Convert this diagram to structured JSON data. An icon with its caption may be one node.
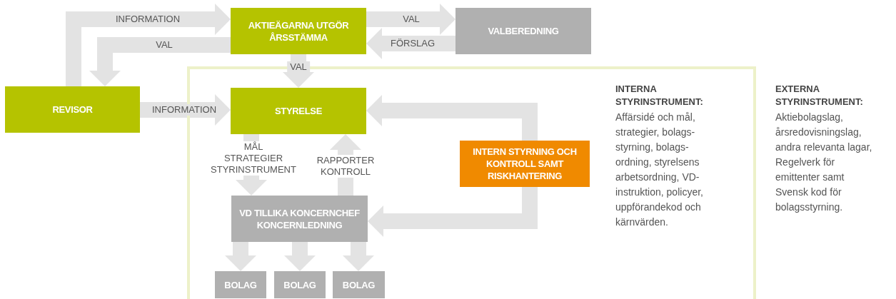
{
  "diagram": {
    "nodes": [
      {
        "text": [
          "AKTIEÄGARNA UTGÖR ÅRSSTÄMMA"
        ]
      },
      {
        "text": [
          "VALBEREDNING"
        ]
      },
      {
        "text": [
          "REVISOR"
        ]
      },
      {
        "text": [],
        "shape": "box"
      },
      {
        "text": [
          "STYRELSE"
        ],
        "in": 3
      },
      {
        "text": [
          "INTERN STYRNING OCH KONTROLL SAMT RISKHANTERING"
        ],
        "in": 3
      },
      {
        "text": [
          "VD TILLIKA KONCERNCHEF KONCERNLEDNING"
        ],
        "in": 3
      },
      {
        "text": [
          "BOLAG"
        ],
        "in": 3
      },
      {
        "text": [
          "BOLAG"
        ],
        "in": 3
      },
      {
        "text": [
          "BOLAG"
        ],
        "in": 3
      }
    ],
    "edges": [
      {
        "from": 2,
        "to": 0,
        "arrow": "to",
        "label": "INFORMATION"
      },
      {
        "from": 0,
        "to": 2,
        "arrow": "to",
        "label": "VAL"
      },
      {
        "from": 0,
        "to": 1,
        "arrow": "to",
        "label": "VAL"
      },
      {
        "from": 1,
        "to": 0,
        "arrow": "to",
        "label": "FÖRSLAG"
      },
      {
        "from": 0,
        "to": 4,
        "arrow": "to",
        "label": "VAL"
      },
      {
        "from": 2,
        "to": 4,
        "arrow": "to",
        "label": "INFORMATION"
      },
      {
        "from": 4,
        "to": 6,
        "arrow": "to",
        "label": "MÅL STRATEGIER STYRINSTRUMENT"
      },
      {
        "from": 6,
        "to": 4,
        "arrow": "to",
        "label": "RAPPORTER KONTROLL"
      },
      {
        "from": 5,
        "to": 4,
        "arrow": "to"
      },
      {
        "from": 5,
        "to": 6,
        "arrow": "to"
      },
      {
        "from": 6,
        "to": 7,
        "arrow": "to"
      },
      {
        "from": 6,
        "to": 8,
        "arrow": "to"
      },
      {
        "from": 6,
        "to": 9,
        "arrow": "to"
      }
    ],
    "labels": [
      "INTERNA STYRINSTRUMENT:",
      "Affärsidé och mål, strategier, bolags-styrning, bolags-ordning, styrelsens arbetsordning, VD-instruktion, policyer, uppförandekod och kärnvärden.",
      "EXTERNA STYRINSTRUMENT:",
      "Aktiebolagslag, årsredovisningslag, andra relevanta lagar, Regelverk för emittenter samt Svensk kod för bolagsstyrning."
    ]
  }
}
